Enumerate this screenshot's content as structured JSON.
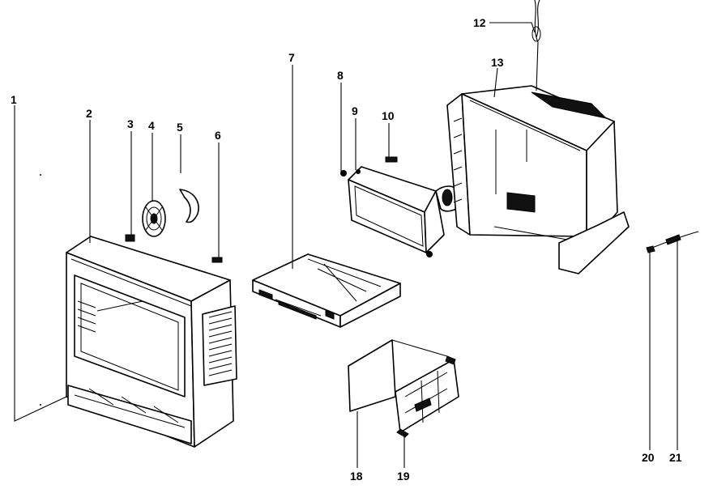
{
  "diagram": {
    "callouts": [
      {
        "id": "label-1",
        "text": "1"
      },
      {
        "id": "label-2",
        "text": "2"
      },
      {
        "id": "label-3",
        "text": "3"
      },
      {
        "id": "label-4",
        "text": "4"
      },
      {
        "id": "label-5",
        "text": "5"
      },
      {
        "id": "label-6",
        "text": "6"
      },
      {
        "id": "label-7",
        "text": "7"
      },
      {
        "id": "label-8",
        "text": "8"
      },
      {
        "id": "label-9",
        "text": "9"
      },
      {
        "id": "label-10",
        "text": "10"
      },
      {
        "id": "label-12",
        "text": "12"
      },
      {
        "id": "label-13",
        "text": "13"
      },
      {
        "id": "label-18",
        "text": "18"
      },
      {
        "id": "label-19",
        "text": "19"
      },
      {
        "id": "label-20",
        "text": "20"
      },
      {
        "id": "label-21",
        "text": "21"
      }
    ]
  }
}
